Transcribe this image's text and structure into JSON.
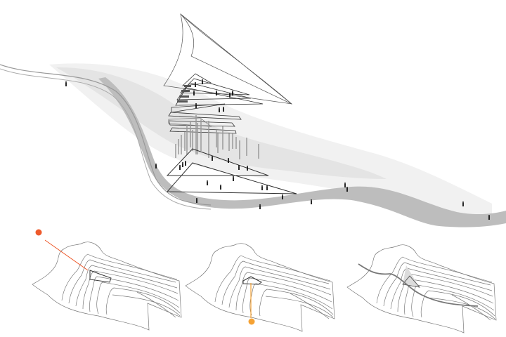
{
  "colors": {
    "background": "#ffffff",
    "terrain_light": "#efefef",
    "terrain_mid": "#e2e2e2",
    "road_band": "#b9b9b9",
    "line": "#555555",
    "accent_red": "#ee5a2c",
    "accent_orange": "#f5a234"
  },
  "panels": [
    {
      "name": "view-from-road",
      "accent": "#ee5a2c"
    },
    {
      "name": "view-from-below",
      "accent": "#f5a234"
    },
    {
      "name": "path-and-canopy",
      "accent": null
    }
  ]
}
